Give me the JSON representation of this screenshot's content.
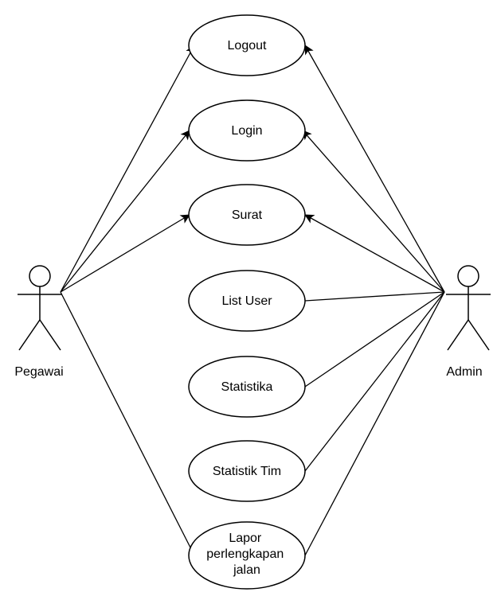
{
  "actors": {
    "pegawai": {
      "label": "Pegawai"
    },
    "admin": {
      "label": "Admin"
    }
  },
  "use_cases": [
    {
      "id": "logout",
      "lines": [
        "Logout"
      ]
    },
    {
      "id": "login",
      "lines": [
        "Login"
      ]
    },
    {
      "id": "surat",
      "lines": [
        "Surat"
      ]
    },
    {
      "id": "list-user",
      "lines": [
        "List User"
      ]
    },
    {
      "id": "statistika",
      "lines": [
        "Statistika"
      ]
    },
    {
      "id": "statistik-tim",
      "lines": [
        "Statistik Tim"
      ]
    },
    {
      "id": "lapor",
      "lines": [
        "Lapor",
        "perlengkapan",
        "jalan"
      ]
    }
  ],
  "associations": [
    {
      "from": "pegawai",
      "to": "logout",
      "arrow": true
    },
    {
      "from": "pegawai",
      "to": "login",
      "arrow": true
    },
    {
      "from": "pegawai",
      "to": "surat",
      "arrow": true
    },
    {
      "from": "pegawai",
      "to": "lapor",
      "arrow": false
    },
    {
      "from": "admin",
      "to": "logout",
      "arrow": true
    },
    {
      "from": "admin",
      "to": "login",
      "arrow": true
    },
    {
      "from": "admin",
      "to": "surat",
      "arrow": true
    },
    {
      "from": "admin",
      "to": "list-user",
      "arrow": false
    },
    {
      "from": "admin",
      "to": "statistika",
      "arrow": false
    },
    {
      "from": "admin",
      "to": "statistik-tim",
      "arrow": false
    },
    {
      "from": "admin",
      "to": "lapor",
      "arrow": false
    }
  ],
  "colors": {
    "stroke": "#000000",
    "fill": "#ffffff"
  }
}
